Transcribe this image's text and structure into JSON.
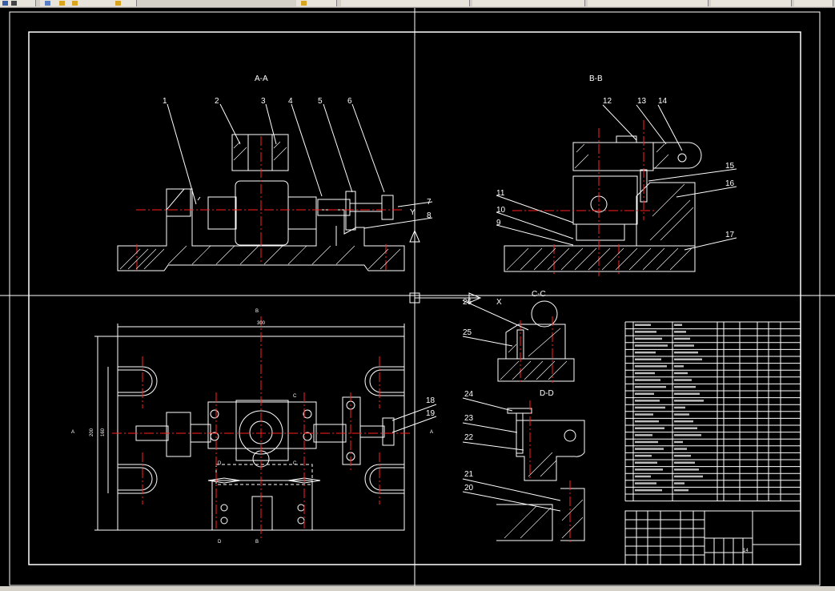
{
  "toolbar": {
    "tabs": [
      "",
      "",
      "",
      "",
      ""
    ]
  },
  "status": {
    "command": ""
  },
  "views": {
    "aa": "A-A",
    "bb": "B-B",
    "cc": "C-C",
    "dd": "D-D"
  },
  "section_marks": {
    "b_top": "B",
    "b_bot": "B",
    "a_left": "A",
    "a_right": "A",
    "c_top": "C",
    "c_mid": "C",
    "d_mid": "D",
    "d_bot": "D"
  },
  "dimensions": {
    "width": "300",
    "height": "200",
    "inner": "160"
  },
  "callouts_aa": [
    "1",
    "2",
    "3",
    "4",
    "5",
    "6",
    "7",
    "8"
  ],
  "callouts_bb": [
    "12",
    "13",
    "14",
    "15",
    "16",
    "17",
    "11",
    "10",
    "9"
  ],
  "callouts_cc": [
    "26",
    "25"
  ],
  "callouts_dd": [
    "24",
    "23",
    "22",
    "21",
    "20"
  ],
  "callouts_plan": [
    "18",
    "19"
  ],
  "axis": {
    "x": "X",
    "y": "Y"
  },
  "title_block": {
    "sheet_number": "14"
  },
  "colors": {
    "background": "#000000",
    "lines": "#ffffff",
    "centerlines": "#ff2020"
  }
}
